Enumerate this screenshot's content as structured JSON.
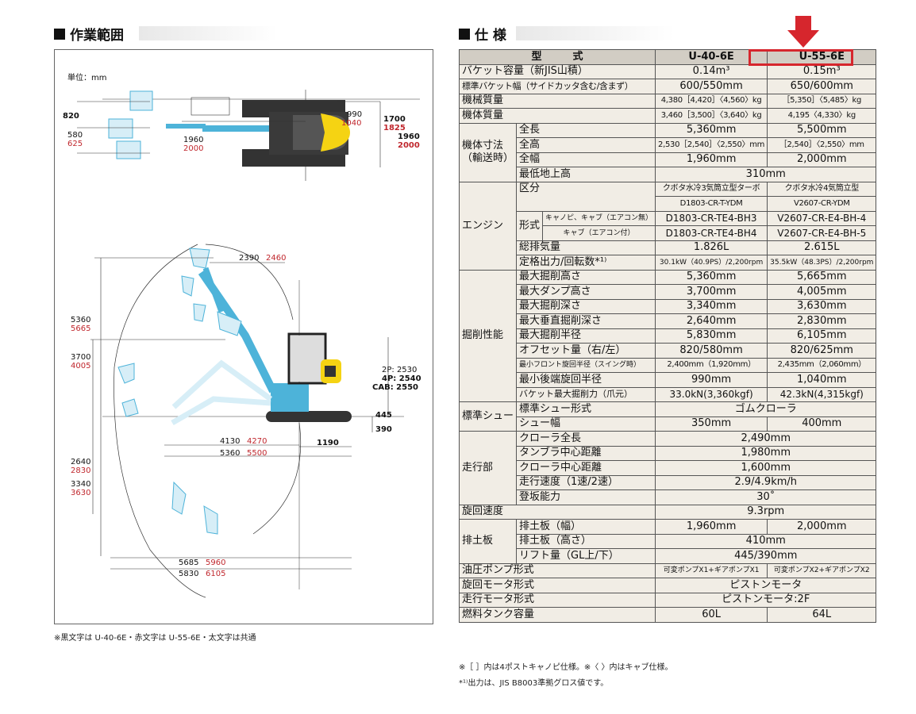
{
  "left": {
    "title": "作業範囲",
    "unit": "単位：mm",
    "footnote": "※黒文字は U-40-6E・赤文字は U-55-6E・太文字は共通",
    "dims": {
      "d820": "820",
      "d580": "580",
      "d625": "625",
      "d1960": "1960",
      "d2000": "2000",
      "d990": "990",
      "d1040": "1040",
      "d1700": "1700",
      "d1825": "1825",
      "d1960b": "1960",
      "d2000b": "2000",
      "d2390": "2390",
      "d2460": "2460",
      "d5360": "5360",
      "d5665": "5665",
      "d3700": "3700",
      "d4005": "4005",
      "cab1": "2P: 2530",
      "cab2": "4P: 2540",
      "cab3": "CAB: 2550",
      "d445": "445",
      "d390": "390",
      "d4130": "4130",
      "d4270": "4270",
      "d1190": "1190",
      "d5360b": "5360",
      "d5500": "5500",
      "d2640": "2640",
      "d2830": "2830",
      "d3340": "3340",
      "d3630": "3630",
      "d5685": "5685",
      "d5960": "5960",
      "d5830": "5830",
      "d6105": "6105"
    }
  },
  "right": {
    "title": "仕 様",
    "header": {
      "label": "型　　　式",
      "m1": "U-40-6E",
      "m2": "U-55-6E"
    },
    "rows": {
      "bucket_cap": [
        "バケット容量（新JIS山積）",
        "0.14m³",
        "0.15m³"
      ],
      "bucket_width": [
        "標準バケット幅（サイドカッタ含む/含まず）",
        "600/550mm",
        "650/600mm"
      ],
      "machine_mass": [
        "機械質量",
        "4,380［4,420］〈4,560〉kg",
        "［5,350］〈5,485〉kg"
      ],
      "body_mass": [
        "機体質量",
        "3,460［3,500］〈3,640〉kg",
        "4,195〈4,330〉kg"
      ],
      "dim_cat": "機体寸法（輸送時）",
      "length": [
        "全長",
        "5,360mm",
        "5,500mm"
      ],
      "height": [
        "全高",
        "2,530［2,540］〈2,550〉mm",
        "［2,540］〈2,550〉mm"
      ],
      "width": [
        "全幅",
        "1,960mm",
        "2,000mm"
      ],
      "clearance": [
        "最低地上高",
        "310mm"
      ],
      "engine_cat": "エンジン",
      "class_label": "区分",
      "class_m1a": "クボタ水冷3気筒立型ターボ",
      "class_m1b": "D1803-CR-T-YDM",
      "class_m2a": "クボタ水冷4気筒立型",
      "class_m2b": "V2607-CR-YDM",
      "form_label": "形式",
      "form_sub1": "キャノピ、キャブ（エアコン無）",
      "form_sub2": "キャブ（エアコン付）",
      "form_m1a": "D1803-CR-TE4-BH3",
      "form_m2a": "V2607-CR-E4-BH-4",
      "form_m1b": "D1803-CR-TE4-BH4",
      "form_m2b": "V2607-CR-E4-BH-5",
      "displacement": [
        "総排気量",
        "1.826L",
        "2.615L"
      ],
      "output": [
        "定格出力/回転数*¹⁾",
        "30.1kW（40.9PS）/2,200rpm",
        "35.5kW（48.3PS）/2,200rpm"
      ],
      "dig_cat": "掘削性能",
      "max_dig_h": [
        "最大掘削高さ",
        "5,360mm",
        "5,665mm"
      ],
      "max_dump_h": [
        "最大ダンプ高さ",
        "3,700mm",
        "4,005mm"
      ],
      "max_dig_d": [
        "最大掘削深さ",
        "3,340mm",
        "3,630mm"
      ],
      "max_vdig_d": [
        "最大垂直掘削深さ",
        "2,640mm",
        "2,830mm"
      ],
      "max_dig_r": [
        "最大掘削半径",
        "5,830mm",
        "6,105mm"
      ],
      "offset": [
        "オフセット量（右/左）",
        "820/580mm",
        "820/625mm"
      ],
      "min_front": [
        "最小フロント旋回半径（スイング時）",
        "2,400mm（1,920mm）",
        "2,435mm（2,060mm）"
      ],
      "min_tail": [
        "最小後端旋回半径",
        "990mm",
        "1,040mm"
      ],
      "bucket_force": [
        "バケット最大掘削力（爪元）",
        "33.0kN(3,360kgf)",
        "42.3kN(4,315kgf)"
      ],
      "shoe_cat": "標準シュー",
      "shoe_type": [
        "標準シュー形式",
        "ゴムクローラ"
      ],
      "shoe_width": [
        "シュー幅",
        "350mm",
        "400mm"
      ],
      "travel_cat": "走行部",
      "crawler_len": [
        "クローラ全長",
        "2,490mm"
      ],
      "tumbler": [
        "タンブラ中心距離",
        "1,980mm"
      ],
      "crawler_c": [
        "クローラ中心距離",
        "1,600mm"
      ],
      "speed": [
        "走行速度（1速/2速）",
        "2.9/4.9km/h"
      ],
      "climb": [
        "登坂能力",
        "30˚"
      ],
      "swing": [
        "旋回速度",
        "9.3rpm"
      ],
      "blade_cat": "排土板",
      "blade_w": [
        "排土板（幅）",
        "1,960mm",
        "2,000mm"
      ],
      "blade_h": [
        "排土板（高さ）",
        "410mm"
      ],
      "lift": [
        "リフト量（GL上/下）",
        "445/390mm"
      ],
      "pump": [
        "油圧ポンプ形式",
        "可変ポンプX1+ギアポンプX1",
        "可変ポンプX2+ギアポンプX2"
      ],
      "swing_motor": [
        "旋回モータ形式",
        "ピストンモータ"
      ],
      "travel_motor": [
        "走行モータ形式",
        "ピストンモータ:2F"
      ],
      "fuel": [
        "燃料タンク容量",
        "60L",
        "64L"
      ]
    },
    "note1": "※［ ］内は4ポストキャノピ仕様。※〈 〉内はキャブ仕様。",
    "note2": "*¹⁾出力は、JIS B8003準拠グロス値です。"
  },
  "colors": {
    "accent_red": "#d6262d",
    "machine_blue": "#4db3d9",
    "machine_yellow": "#f5d313"
  }
}
